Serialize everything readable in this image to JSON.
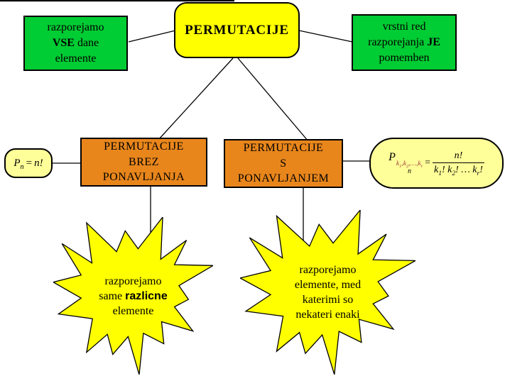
{
  "colors": {
    "green": "#00CC33",
    "orange": "#E8861C",
    "yellow": "#FFFF00",
    "cream": "#FFFF99",
    "ink": "#000000",
    "sup-red": "#993333"
  },
  "title": {
    "label": "PERMUTACIJE"
  },
  "notes": {
    "left": {
      "line1": "razporejamo",
      "line2_bold": "VSE",
      "line2_rest": " dane",
      "line3": "elemente"
    },
    "right": {
      "line1": "vrstni red",
      "line2_rest": "razporejanja ",
      "line2_bold": "JE",
      "line3": "pomemben"
    }
  },
  "branches": {
    "left": {
      "lines": [
        "PERMUTACIJE",
        "BREZ",
        "PONAVLJANJA"
      ]
    },
    "right": {
      "lines": [
        "PERMUTACIJE",
        "S",
        "PONAVLJANJEM"
      ]
    }
  },
  "formulas": {
    "pn": {
      "base": "P",
      "sub": "n",
      "eq": "=",
      "rhs": "n!"
    },
    "pnk": {
      "base": "P",
      "sub": "n",
      "sup": [
        {
          "t": "k",
          "s": "1"
        },
        {
          "t": ",",
          "s": ""
        },
        {
          "t": "k",
          "s": "2"
        },
        {
          "t": ",…,",
          "s": ""
        },
        {
          "t": "k",
          "s": "r"
        }
      ],
      "eq": "=",
      "num": "n!",
      "den": [
        {
          "t": "k",
          "s": "1"
        },
        {
          "t": "! ",
          "s": ""
        },
        {
          "t": "k",
          "s": "2"
        },
        {
          "t": "! … ",
          "s": ""
        },
        {
          "t": "k",
          "s": "r"
        },
        {
          "t": "!",
          "s": ""
        }
      ]
    }
  },
  "stars": {
    "left": {
      "line1": "razporejamo",
      "line2_pre": "same ",
      "line2_bold": "razlicne",
      "line3": "elemente"
    },
    "right": {
      "lines": [
        "razporejamo",
        "elemente, med",
        "katerimi so",
        "nekateri enaki"
      ]
    }
  }
}
